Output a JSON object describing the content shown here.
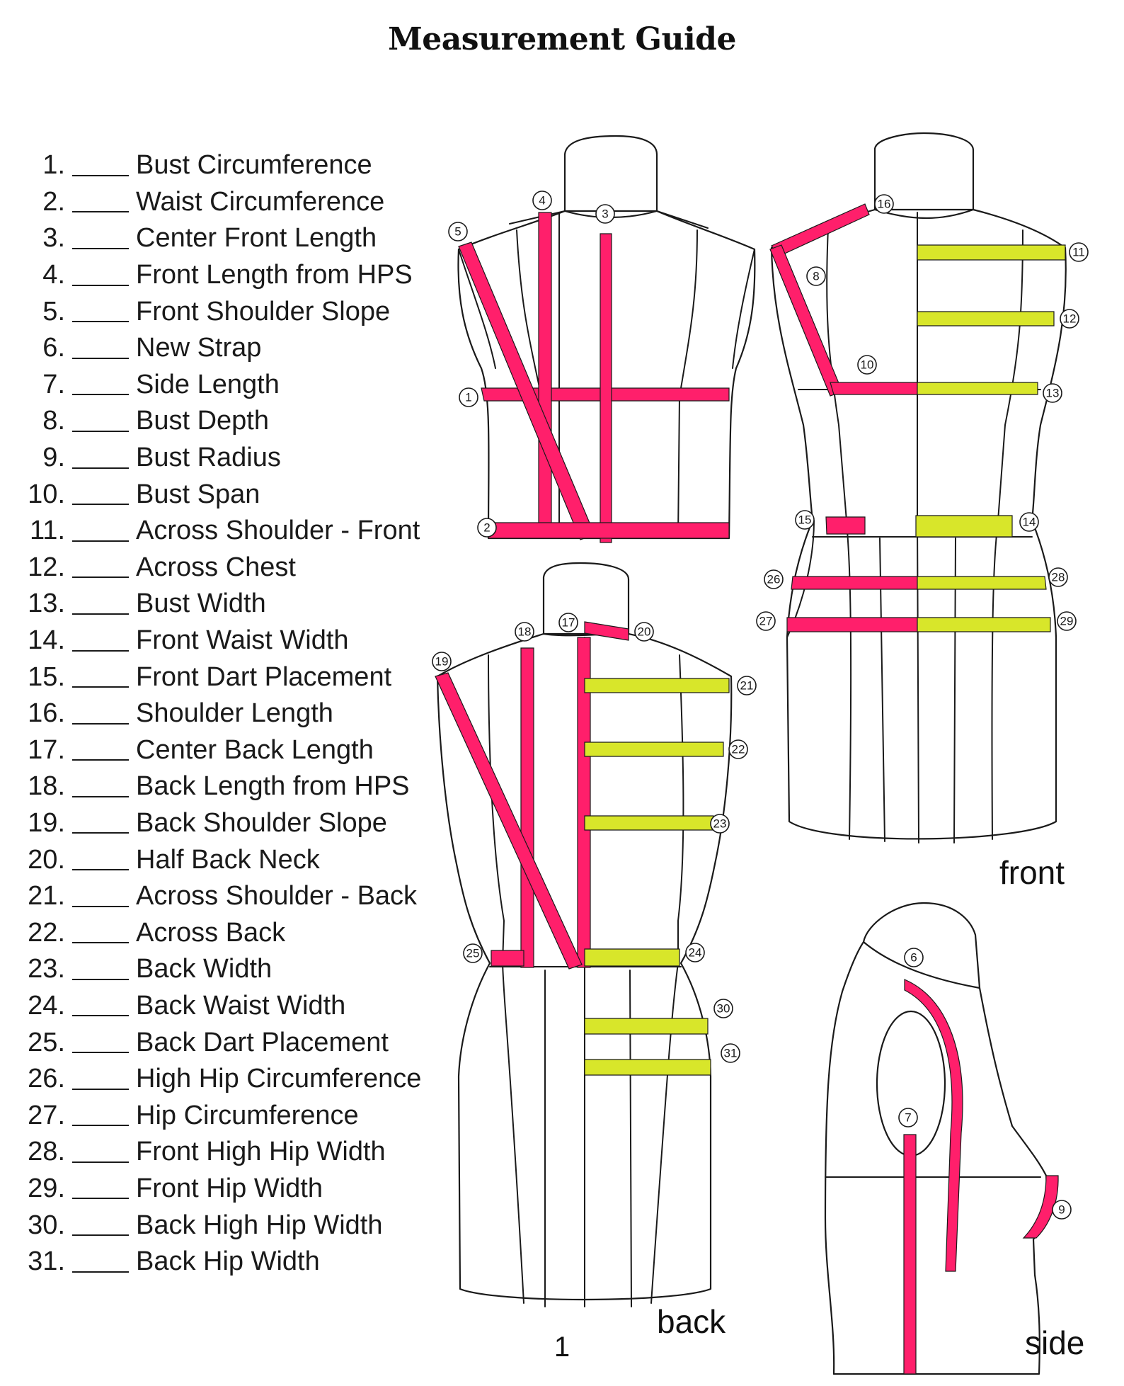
{
  "title": "Measurement Guide",
  "page_number": "1",
  "views": {
    "front": "front",
    "back": "back",
    "side": "side"
  },
  "colors": {
    "primary_band": "#ff1f6b",
    "secondary_band": "#d8e62a"
  },
  "measurements": [
    {
      "n": "1",
      "label": "Bust Circumference"
    },
    {
      "n": "2",
      "label": "Waist Circumference"
    },
    {
      "n": "3",
      "label": "Center Front Length"
    },
    {
      "n": "4",
      "label": "Front Length from HPS"
    },
    {
      "n": "5",
      "label": "Front Shoulder Slope"
    },
    {
      "n": "6",
      "label": "New Strap"
    },
    {
      "n": "7",
      "label": "Side Length"
    },
    {
      "n": "8",
      "label": "Bust Depth"
    },
    {
      "n": "9",
      "label": "Bust Radius"
    },
    {
      "n": "10",
      "label": "Bust Span"
    },
    {
      "n": "11",
      "label": "Across Shoulder - Front"
    },
    {
      "n": "12",
      "label": "Across Chest"
    },
    {
      "n": "13",
      "label": "Bust Width"
    },
    {
      "n": "14",
      "label": "Front Waist Width"
    },
    {
      "n": "15",
      "label": "Front Dart Placement"
    },
    {
      "n": "16",
      "label": "Shoulder Length"
    },
    {
      "n": "17",
      "label": "Center Back Length"
    },
    {
      "n": "18",
      "label": "Back Length from HPS"
    },
    {
      "n": "19",
      "label": "Back Shoulder Slope"
    },
    {
      "n": "20",
      "label": "Half Back Neck"
    },
    {
      "n": "21",
      "label": "Across Shoulder - Back"
    },
    {
      "n": "22",
      "label": "Across Back"
    },
    {
      "n": "23",
      "label": "Back Width"
    },
    {
      "n": "24",
      "label": "Back Waist Width"
    },
    {
      "n": "25",
      "label": "Back Dart Placement"
    },
    {
      "n": "26",
      "label": "High Hip Circumference"
    },
    {
      "n": "27",
      "label": "Hip Circumference"
    },
    {
      "n": "28",
      "label": "Front High Hip Width"
    },
    {
      "n": "29",
      "label": "Front Hip Width"
    },
    {
      "n": "30",
      "label": "Back High Hip Width"
    },
    {
      "n": "31",
      "label": "Back Hip Width"
    }
  ]
}
